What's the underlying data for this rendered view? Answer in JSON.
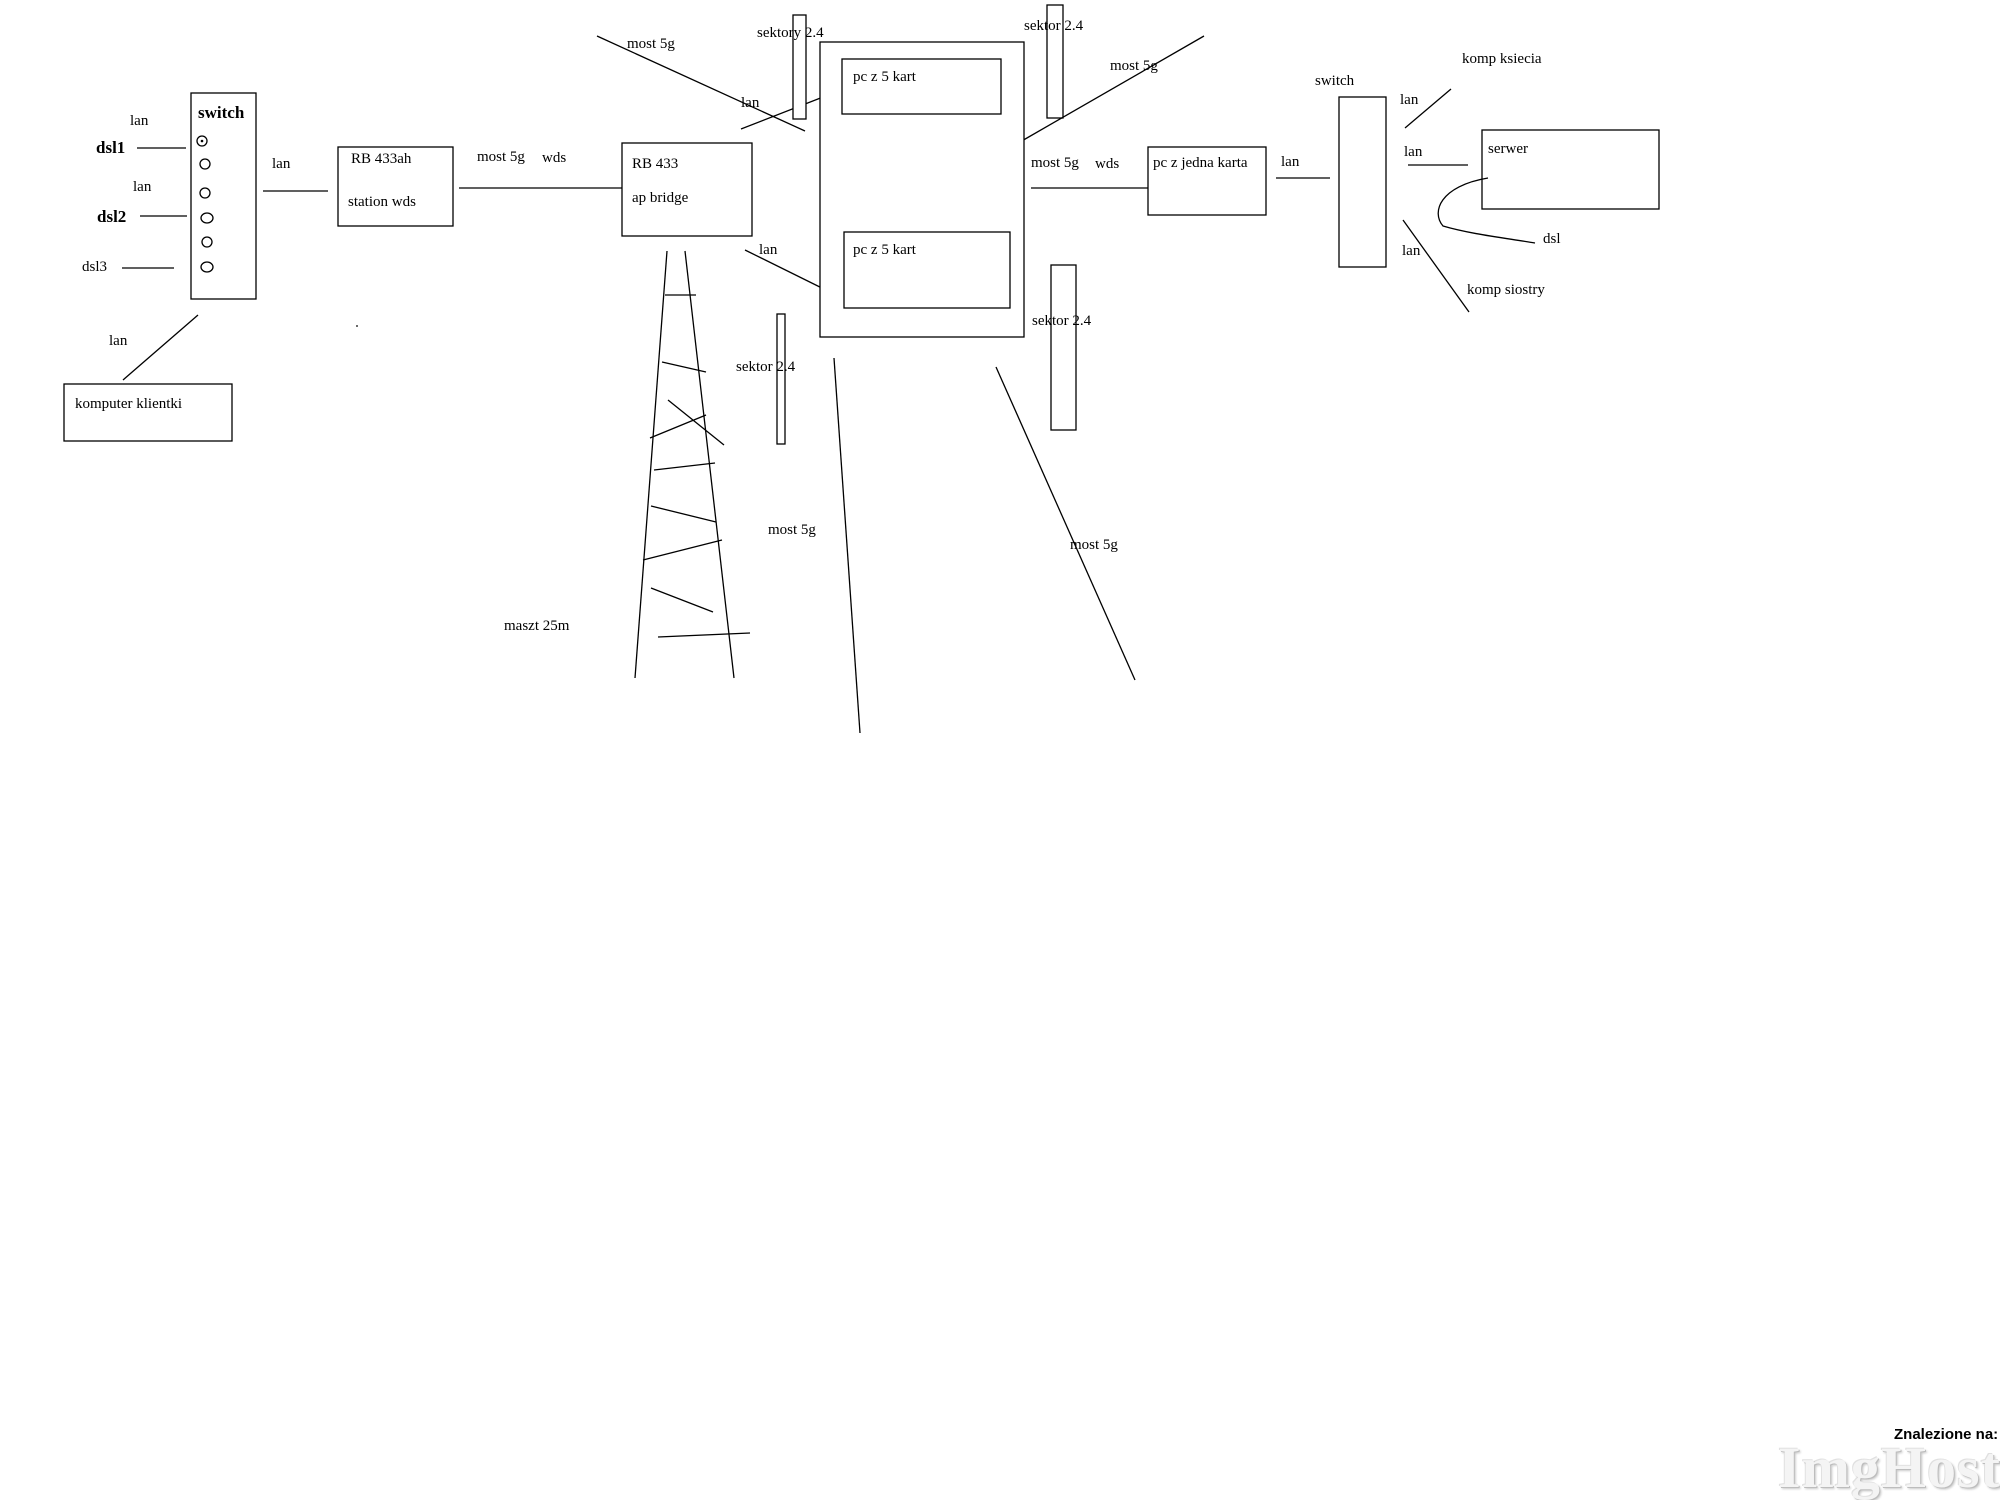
{
  "labels": {
    "switch_left": "switch",
    "dsl1": "dsl1",
    "dsl2": "dsl2",
    "dsl3": "dsl3",
    "lan_left_1": "lan",
    "lan_left_2": "lan",
    "lan_switch_rb": "lan",
    "lan_client": "lan",
    "komputer_klientki": "komputer klientki",
    "rb433ah": "RB 433ah",
    "station_wds": "station wds",
    "most_5g_wds_left": "most 5g",
    "wds_left": "wds",
    "rb433": "RB 433",
    "ap_bridge": "ap bridge",
    "most_5g_top_left": "most 5g",
    "lan_pc_top": "lan",
    "lan_pc_bottom": "lan",
    "sektory_24": "sektory 2.4",
    "sektor_24_top": "sektor 2.4",
    "most_5g_top_right": "most 5g",
    "pc_5_kart_top": "pc z 5 kart",
    "pc_5_kart_bottom": "pc z 5 kart",
    "most_5g_wds_right": "most 5g",
    "wds_right": "wds",
    "pc_jedna_karta": "pc z jedna karta",
    "lan_pc_switch": "lan",
    "sektor_24_right": "sektor 2.4",
    "sektor_24_left": "sektor 2.4",
    "most_5g_bottom_left": "most 5g",
    "most_5g_bottom_right": "most 5g",
    "maszt_25m": "maszt 25m",
    "switch_right": "switch",
    "komp_ksiecia": "komp ksiecia",
    "lan_right_1": "lan",
    "lan_right_2": "lan",
    "lan_right_3": "lan",
    "serwer": "serwer",
    "dsl_right": "dsl",
    "komp_siostry": "komp siostry"
  },
  "watermark": {
    "label": "Znalezione na:",
    "logo": "ImgHost.pl"
  }
}
